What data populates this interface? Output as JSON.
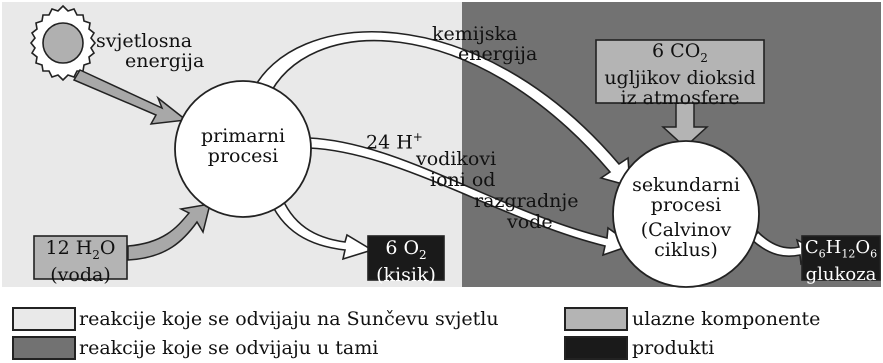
{
  "diagram": {
    "sun_label": [
      "svjetlosna",
      "energija"
    ],
    "chemical_label": [
      "kemijska",
      "energija"
    ],
    "primary_node": [
      "primarni",
      "procesi"
    ],
    "hydrogen_count": "24 H",
    "hydrogen_sup": "+",
    "hydrogen_label": [
      "vodikovi",
      "ioni od",
      "razgradnje",
      "vode"
    ],
    "water_box": {
      "prefix": "12 H",
      "sub": "2",
      "suffix": "O",
      "name": "(voda)"
    },
    "oxygen_box": {
      "prefix": "6 O",
      "sub": "2",
      "name": "(kisik)"
    },
    "co2_box": {
      "prefix": "6 CO",
      "sub": "2",
      "line2": "ugljikov dioksid",
      "line3": "iz atmosfere"
    },
    "secondary_node": [
      "sekundarni",
      "procesi",
      "(Calvinov",
      "ciklus)"
    ],
    "glucose_box": {
      "c": "C",
      "c_sub": "6",
      "h": "H",
      "h_sub": "12",
      "o": "O",
      "o_sub": "6",
      "name": "glukoza"
    }
  },
  "legend": [
    {
      "label": "reakcije koje se odvijaju na Sunčevu svjetlu",
      "color": "#e9e9e9"
    },
    {
      "label": "reakcije koje se odvijaju u tami",
      "color": "#727272"
    },
    {
      "label": "ulazne komponente",
      "color": "#b4b4b4"
    },
    {
      "label": "produkti",
      "color": "#1a1a1a"
    }
  ],
  "colors": {
    "light_zone": "#e9e9e9",
    "dark_zone": "#727272",
    "input": "#b4b4b4",
    "product": "#1a1a1a",
    "arrow_fill": "#ffffff",
    "input_arrow": "#a8a8a8"
  }
}
